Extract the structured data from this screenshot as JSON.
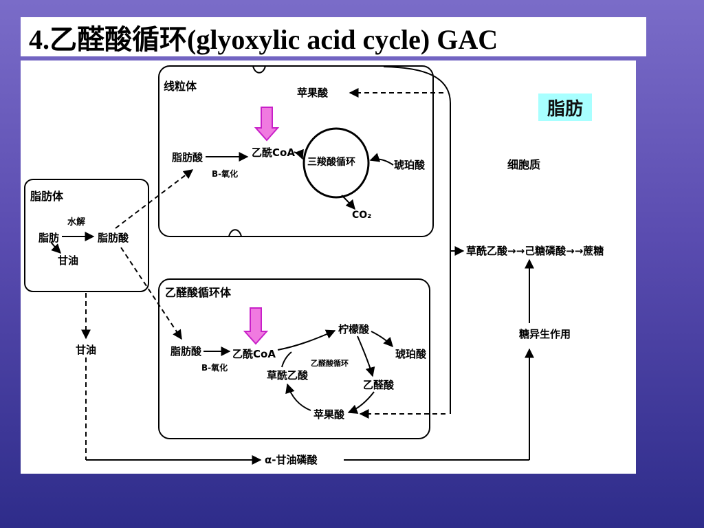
{
  "slide": {
    "title": "4.乙醛酸循环(glyoxylic acid cycle)  GAC"
  },
  "regions": {
    "fat_badge": "脂肪",
    "cytoplasm": "细胞质"
  },
  "mitochondrion": {
    "name": "线粒体",
    "malate": "苹果酸",
    "fatty_acid": "脂肪酸",
    "acetyl_coa": "乙酰CoA",
    "beta_oxidation": "B-氧化",
    "tca_cycle": "三羧酸循环",
    "succinate": "琥珀酸",
    "co2": "CO₂"
  },
  "fat_body": {
    "name": "脂肪体",
    "fat": "脂肪",
    "hydrolysis": "水解",
    "fatty_acid": "脂肪酸",
    "glycerol": "甘油"
  },
  "glyoxysome": {
    "name": "乙醛酸循环体",
    "fatty_acid": "脂肪酸",
    "acetyl_coa": "乙酰CoA",
    "beta_oxidation": "B-氧化",
    "citrate": "柠檬酸",
    "oxaloacetate": "草酰乙酸",
    "cycle_label": "乙醛酸循环",
    "succinate": "琥珀酸",
    "glyoxylate": "乙醛酸",
    "malate": "苹果酸"
  },
  "cytosol": {
    "glycerol": "甘油",
    "export_chain": "草酰乙酸→→己糖磷酸→→蔗糖",
    "gluconeogenesis": "糖异生作用",
    "alpha_glycerophosphate": "α-甘油磷酸"
  },
  "colors": {
    "badge_bg": "#a8ffff",
    "pink_arrow_fill": "#f07ae0",
    "pink_arrow_stroke": "#c820c8",
    "background_top": "#7a6cc8",
    "background_bottom": "#2e2c8a"
  }
}
